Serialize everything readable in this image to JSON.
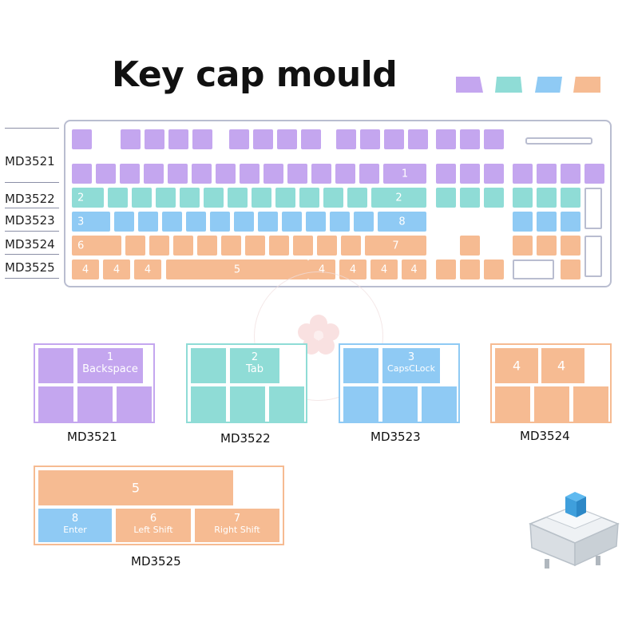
{
  "title": "Key cap mould",
  "colors": {
    "purple": "#c4a6ef",
    "teal": "#8fdcd6",
    "blue": "#8fcaf4",
    "orange": "#f6bb92",
    "outline": "#b9bdd0"
  },
  "rows": [
    "MD3521",
    "MD3522",
    "MD3523",
    "MD3524",
    "MD3525"
  ],
  "keyboard_labels": {
    "r1": "1",
    "r2a": "2",
    "r2b": "2",
    "r3a": "3",
    "r3b": "8",
    "r4a": "6",
    "r4b": "7",
    "r5a": "4",
    "r5b": "4",
    "r5c": "4",
    "r5d": "5",
    "r5e": "4",
    "r5f": "4",
    "r5g": "4",
    "r5h": "4"
  },
  "moulds": {
    "m1": {
      "label": "MD3521",
      "num": "1",
      "text": "Backspace"
    },
    "m2": {
      "label": "MD3522",
      "num": "2",
      "text": "Tab"
    },
    "m3": {
      "label": "MD3523",
      "num": "3",
      "text": "CapsCLock"
    },
    "m4": {
      "label": "MD3524",
      "k1": "4",
      "k2": "4"
    },
    "m5": {
      "label": "MD3525",
      "space": "5",
      "enter_num": "8",
      "enter": "Enter",
      "lshift_num": "6",
      "lshift": "Left Shift",
      "rshift_num": "7",
      "rshift": "Right Shift"
    }
  }
}
